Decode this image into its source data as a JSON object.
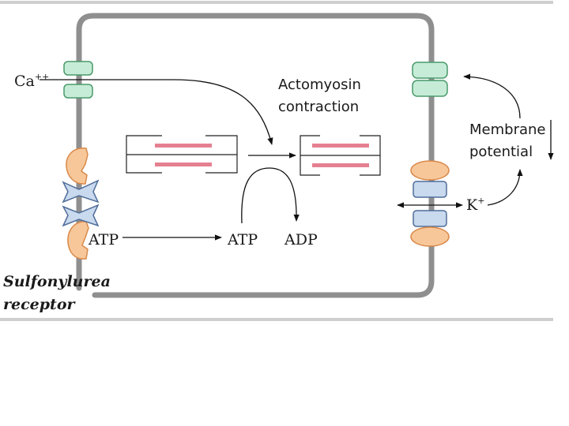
{
  "colors": {
    "cell_wall": "#8f8f8f",
    "frame_line": "#cfcfcf",
    "ca_channel_fill": "#c6ecd8",
    "ca_channel_stroke": "#4a9a6a",
    "orange_fill": "#f7c799",
    "orange_stroke": "#d9894a",
    "blue_fill": "#c9d9ee",
    "blue_stroke": "#4f6d99",
    "filament": "#e58090",
    "arrow": "#111111"
  },
  "labels": {
    "calcium": "Ca",
    "calcium_charge": "++",
    "actomyosin_line1": "Actomyosin",
    "actomyosin_line2": "contraction",
    "membrane_line1": "Membrane",
    "membrane_line2": "potential",
    "potassium": "K",
    "potassium_charge": "+",
    "atp_left": "ATP",
    "atp_mid": "ATP",
    "adp": "ADP",
    "receptor_line1": "Sulfonylurea",
    "receptor_line2": "receptor"
  },
  "icons": {
    "ca_channel_left": "calcium-channel-icon",
    "ca_channel_right": "calcium-channel-icon",
    "sulfonylurea_receptor": "sulfonylurea-receptor-icon",
    "katp_channel": "katp-channel-icon",
    "sarcomere_relaxed": "relaxed-sarcomere-icon",
    "sarcomere_contracted": "contracted-sarcomere-icon"
  }
}
